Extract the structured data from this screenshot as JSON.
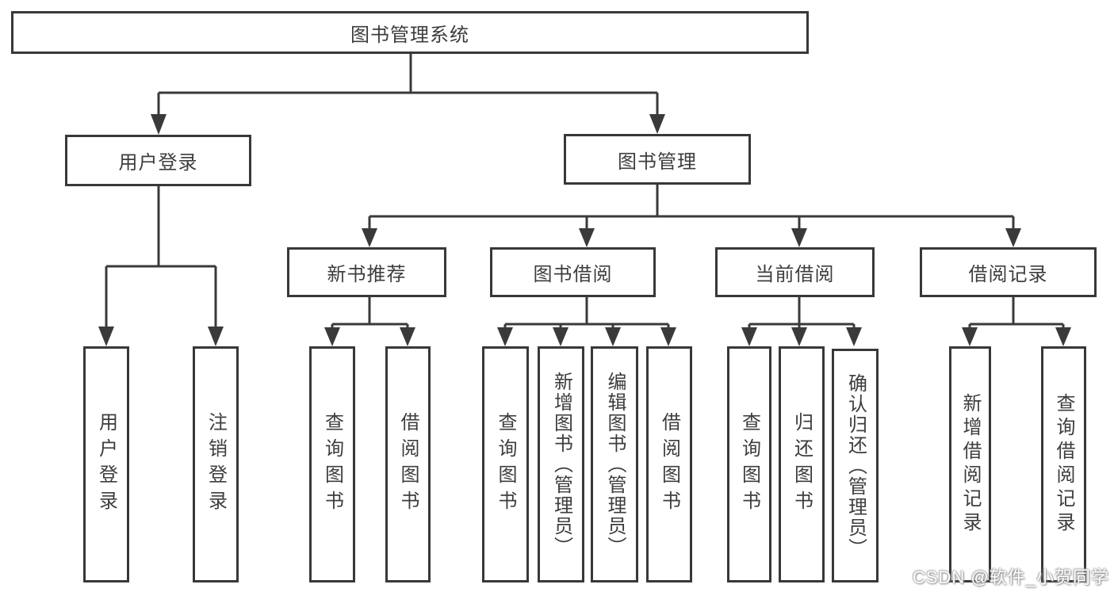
{
  "tree": {
    "root": {
      "label": "图书管理系统",
      "children": [
        {
          "label": "用户登录",
          "children": [
            {
              "label": "用户登录"
            },
            {
              "label": "注销登录"
            }
          ]
        },
        {
          "label": "图书管理",
          "children": [
            {
              "label": "新书推荐",
              "children": [
                {
                  "label": "查询图书"
                },
                {
                  "label": "借阅图书"
                }
              ]
            },
            {
              "label": "图书借阅",
              "children": [
                {
                  "label": "查询图书"
                },
                {
                  "label": "新增图书（管理员）"
                },
                {
                  "label": "编辑图书（管理员）"
                },
                {
                  "label": "借阅图书"
                }
              ]
            },
            {
              "label": "当前借阅",
              "children": [
                {
                  "label": "查询图书"
                },
                {
                  "label": "归还图书"
                },
                {
                  "label": "确认归还（管理员）"
                }
              ]
            },
            {
              "label": "借阅记录",
              "children": [
                {
                  "label": "新增借阅记录"
                },
                {
                  "label": "查询借阅记录"
                }
              ]
            }
          ]
        }
      ]
    }
  },
  "watermark": "CSDN @软件_小贺同学",
  "colors": {
    "line": "#3a3a3a",
    "box_border": "#383838",
    "text": "#3d3d3d",
    "background": "#ffffff",
    "watermark_fill": "#ffffff",
    "watermark_halo": "#8d8d8d"
  }
}
